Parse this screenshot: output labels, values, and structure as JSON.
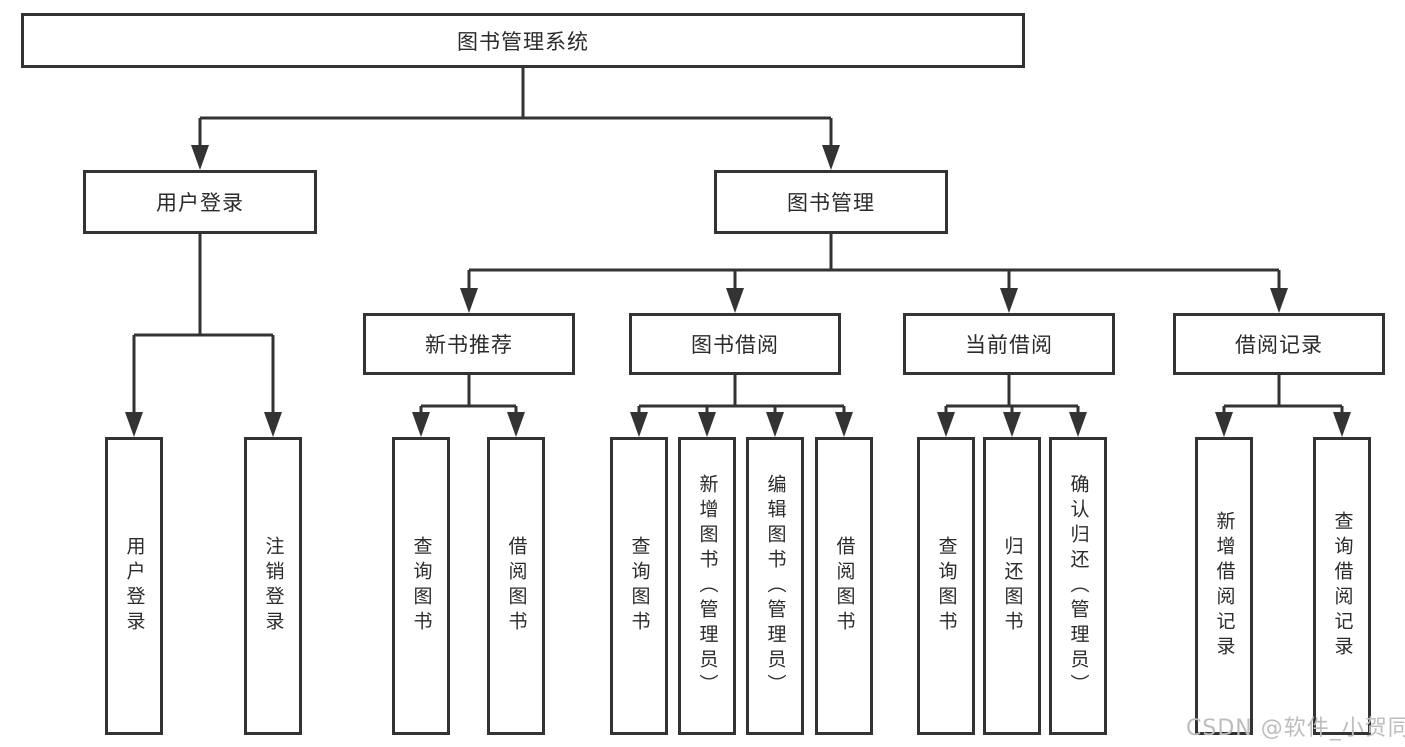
{
  "diagram": {
    "root": {
      "label": "图书管理系统"
    },
    "level2": [
      {
        "label": "用户登录"
      },
      {
        "label": "图书管理"
      }
    ],
    "level3": [
      {
        "label": "新书推荐"
      },
      {
        "label": "图书借阅"
      },
      {
        "label": "当前借阅"
      },
      {
        "label": "借阅记录"
      }
    ],
    "leaves": [
      {
        "label": "用户登录"
      },
      {
        "label": "注销登录"
      },
      {
        "label": "查询图书"
      },
      {
        "label": "借阅图书"
      },
      {
        "label": "查询图书"
      },
      {
        "label": "新增图书（管理员）"
      },
      {
        "label": "编辑图书（管理员）"
      },
      {
        "label": "借阅图书"
      },
      {
        "label": "查询图书"
      },
      {
        "label": "归还图书"
      },
      {
        "label": "确认归还（管理员）"
      },
      {
        "label": "新增借阅记录"
      },
      {
        "label": "查询借阅记录"
      }
    ],
    "watermark": "CSDN @软件_小贺同学",
    "colors": {
      "line": "#333333",
      "text": "#2b2b2b",
      "watermark": "#bdbdbd",
      "background": "#ffffff"
    }
  }
}
